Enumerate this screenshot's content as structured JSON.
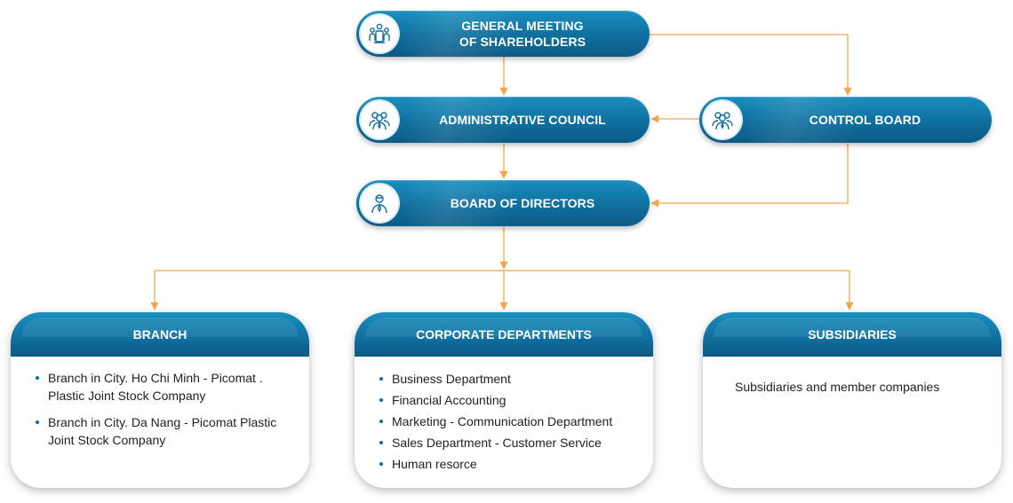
{
  "colors": {
    "box_blue": "#0f6f9e",
    "connector_orange": "#f2a64a",
    "text_dark": "#222222"
  },
  "nodes": {
    "gms": {
      "label": "GENERAL MEETING\nOF SHAREHOLDERS",
      "icon": "group-meeting-icon"
    },
    "admin": {
      "label": "ADMINISTRATIVE COUNCIL",
      "icon": "people-group-icon"
    },
    "control": {
      "label": "CONTROL BOARD",
      "icon": "people-group-icon"
    },
    "directors": {
      "label": "BOARD OF DIRECTORS",
      "icon": "person-tie-icon"
    }
  },
  "cards": {
    "branch": {
      "title": "BRANCH",
      "items": [
        "Branch in City. Ho Chi Minh - Picomat . Plastic Joint Stock Company",
        "Branch in City. Da Nang - Picomat Plastic Joint Stock Company"
      ]
    },
    "departments": {
      "title": "CORPORATE DEPARTMENTS",
      "items": [
        "Business Department",
        "Financial Accounting",
        "Marketing - Communication Department",
        "Sales Department - Customer Service",
        "Human resorce"
      ]
    },
    "subsidiaries": {
      "title": "SUBSIDIARIES",
      "text": "Subsidiaries and member companies"
    }
  }
}
